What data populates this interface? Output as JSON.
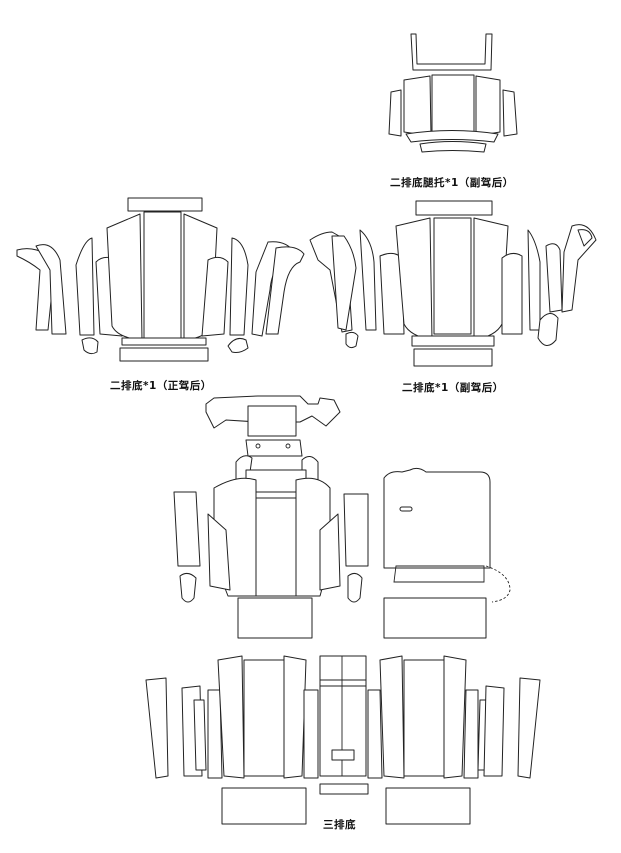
{
  "labels": {
    "leg_rest": "二排底腿托*1（副驾后）",
    "row2_driver": "二排底*1（正驾后）",
    "row2_passenger": "二排底*1（副驾后）",
    "row3": "三排底"
  },
  "colors": {
    "stroke": "#222222",
    "background": "#ffffff"
  }
}
